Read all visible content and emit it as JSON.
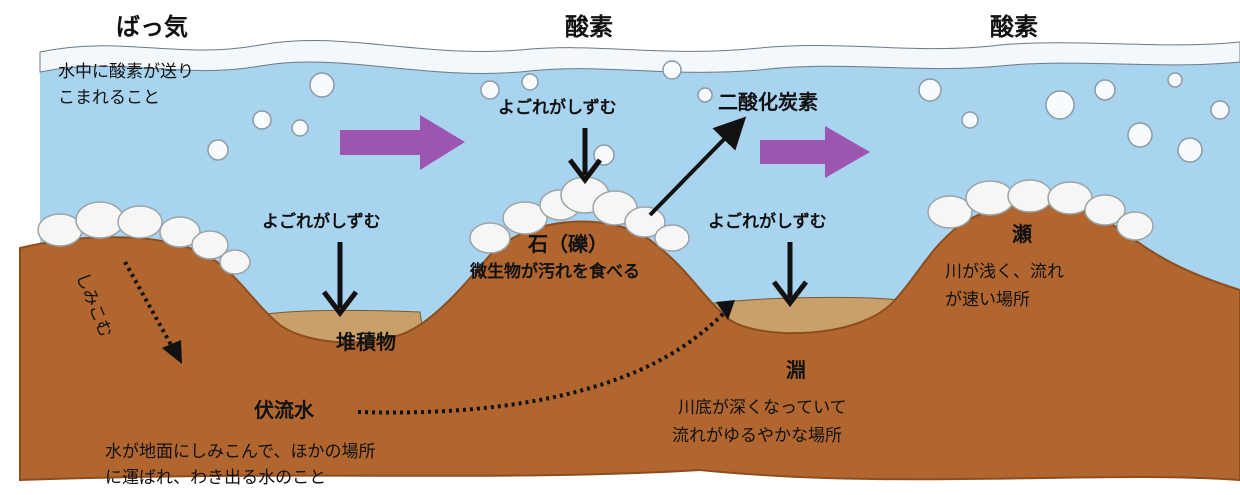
{
  "labels": {
    "aeration_title": "ばっ気",
    "aeration_desc_1": "水中に酸素が送り",
    "aeration_desc_2": "こまれること",
    "oxygen_center": "酸素",
    "oxygen_right": "酸素",
    "settle_center": "よごれがしずむ",
    "settle_left": "よごれがしずむ",
    "settle_right": "よごれがしずむ",
    "co2": "二酸化炭素",
    "gravel_title": "石（礫）",
    "gravel_desc": "微生物が汚れを食べる",
    "sediment": "堆積物",
    "seep": "しみこむ",
    "subsurface_title": "伏流水",
    "subsurface_desc_1": "水が地面にしみこんで、ほかの場所",
    "subsurface_desc_2": "に運ばれ、わき出る水のこと",
    "pool_title": "淵",
    "pool_desc_1": "川底が深くなっていて",
    "pool_desc_2": "流れがゆるやかな場所",
    "riffle_title": "瀬",
    "riffle_desc_1": "川が浅く、流れ",
    "riffle_desc_2": "が速い場所"
  },
  "colors": {
    "water": "#a8d4f0",
    "water_light": "#d6ecfa",
    "ground": "#b0662e",
    "ground_dark": "#8f4d1e",
    "sediment": "#c9a06a",
    "flow_arrow": "#9a3fa3",
    "pebble": "#f6f6f4",
    "text": "#111111"
  },
  "icons": {
    "flow": "purple-flow-arrow",
    "settle": "down-arrow",
    "co2": "diagonal-up-arrow",
    "seep": "dotted-down-arrow",
    "subsurface": "dotted-curve-arrow",
    "pebble": "white-pebble"
  }
}
